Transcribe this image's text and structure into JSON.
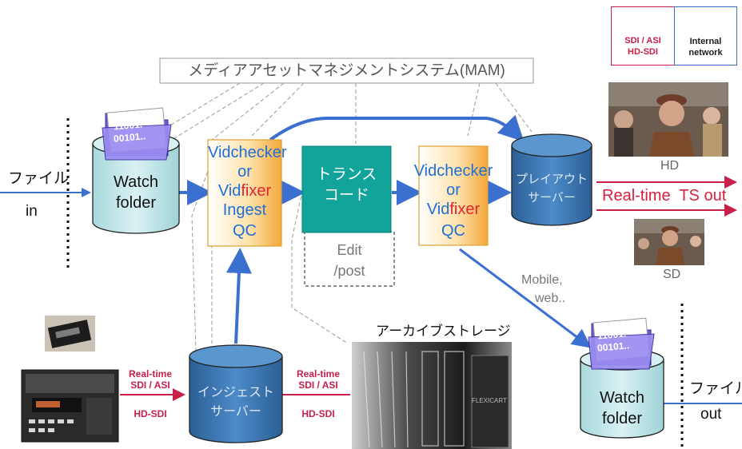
{
  "legend": {
    "sdi_label_line1": "SDI / ASI",
    "sdi_label_line2": "HD-SDI",
    "network_label_line1": "Internal",
    "network_label_line2": "network",
    "sdi_color": "#c9204a",
    "network_color": "#3b6fd0"
  },
  "mam": {
    "label": "メディアアセットマネジメントシステム(MAM)"
  },
  "input": {
    "label_line1": "ファイル",
    "label_line2": "in"
  },
  "output": {
    "label_line1": "ファイル",
    "label_line2": "out"
  },
  "watch_folder_in": {
    "line1": "Watch",
    "line2": "folder",
    "folder_text1": "11001.",
    "folder_text2": "00101.."
  },
  "watch_folder_out": {
    "line1": "Watch",
    "line2": "folder",
    "folder_text1": "11001.",
    "folder_text2": "00101.."
  },
  "ingest_qc": {
    "line1a": "Vid",
    "line1b": "checker",
    "line2": "or",
    "line3a": "Vid",
    "line3b": "fixer",
    "line4": "Ingest",
    "line5": "QC"
  },
  "transcode": {
    "line1": "トランス",
    "line2": "コード"
  },
  "edit": {
    "line1": "Edit",
    "line2": "/post"
  },
  "output_qc": {
    "line1a": "Vid",
    "line1b": "checker",
    "line2": "or",
    "line3a": "Vid",
    "line3b": "fixer",
    "line4": "QC"
  },
  "playout": {
    "line1": "プレイアウト",
    "line2": "サーバー"
  },
  "hd_label": "HD",
  "sd_label": "SD",
  "ts_out": "Real-time  TS out",
  "mobile_web": {
    "line1": "Mobile,",
    "line2": "web.."
  },
  "archive": {
    "label": "アーカイブストレージ",
    "sign": "FLEXICART"
  },
  "ingest_server": {
    "line1": "インジェスト",
    "line2": "サーバー"
  },
  "link_left": {
    "line1": "Real-time",
    "line2": "SDI / ASI",
    "line3": "HD-SDI"
  },
  "link_right": {
    "line1": "Real-time",
    "line2": "SDI / ASI",
    "line3": "HD-SDI"
  },
  "colors": {
    "cyl_light": "#bfe3e6",
    "cyl_dark": "#3a78b4",
    "qc_orange": "#f4a83a",
    "transcode_teal": "#12a39a",
    "vid_blue": "#1f6fd6",
    "fixer_red": "#e02436"
  }
}
